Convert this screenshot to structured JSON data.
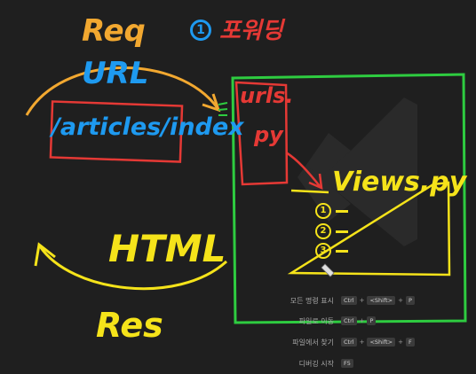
{
  "annotations": {
    "req": "Req",
    "url": "URL",
    "path": "/articles/index",
    "step_number": "1",
    "step_label": "포워딩",
    "urls_file_line1": "urls.",
    "urls_file_line2": "py",
    "views_file": "Views.py",
    "list_numbers": [
      "1",
      "2",
      "3"
    ],
    "html": "HTML",
    "res": "Res"
  },
  "shortcuts": [
    {
      "label": "모든 명령 표시",
      "keys": [
        "Ctrl",
        "<Shift>",
        "P"
      ]
    },
    {
      "label": "파일로 이동",
      "keys": [
        "Ctrl",
        "P"
      ]
    },
    {
      "label": "파일에서 찾기",
      "keys": [
        "Ctrl",
        "<Shift>",
        "F"
      ]
    },
    {
      "label": "디버깅 시작",
      "keys": [
        "F5"
      ]
    }
  ],
  "colors": {
    "background": "#1f1f1f",
    "req": "#f2a830",
    "url": "#1e9af0",
    "red": "#e53935",
    "yellow": "#f5e31a",
    "green": "#2ecc40",
    "watermark": "#2a2a2a"
  },
  "icons": [
    "vscode-logo-icon",
    "pen-cursor-icon"
  ]
}
